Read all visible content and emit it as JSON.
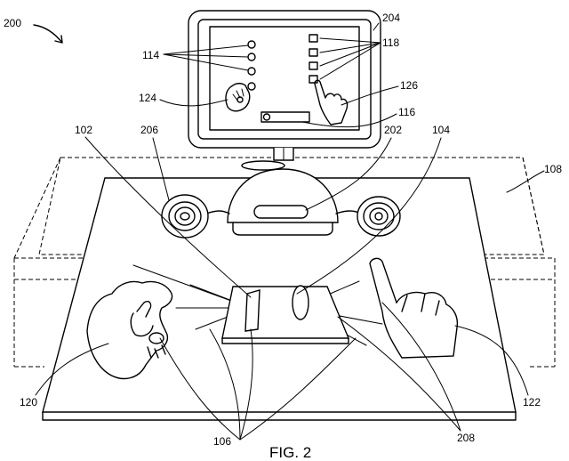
{
  "figure": {
    "caption": "FIG. 2",
    "labels": {
      "r200": "200",
      "r204": "204",
      "r118": "118",
      "r114": "114",
      "r124": "124",
      "r126": "126",
      "r116": "116",
      "r102": "102",
      "r206": "206",
      "r202": "202",
      "r104": "104",
      "r108": "108",
      "r120": "120",
      "r122": "122",
      "r106": "106",
      "r208": "208"
    }
  }
}
